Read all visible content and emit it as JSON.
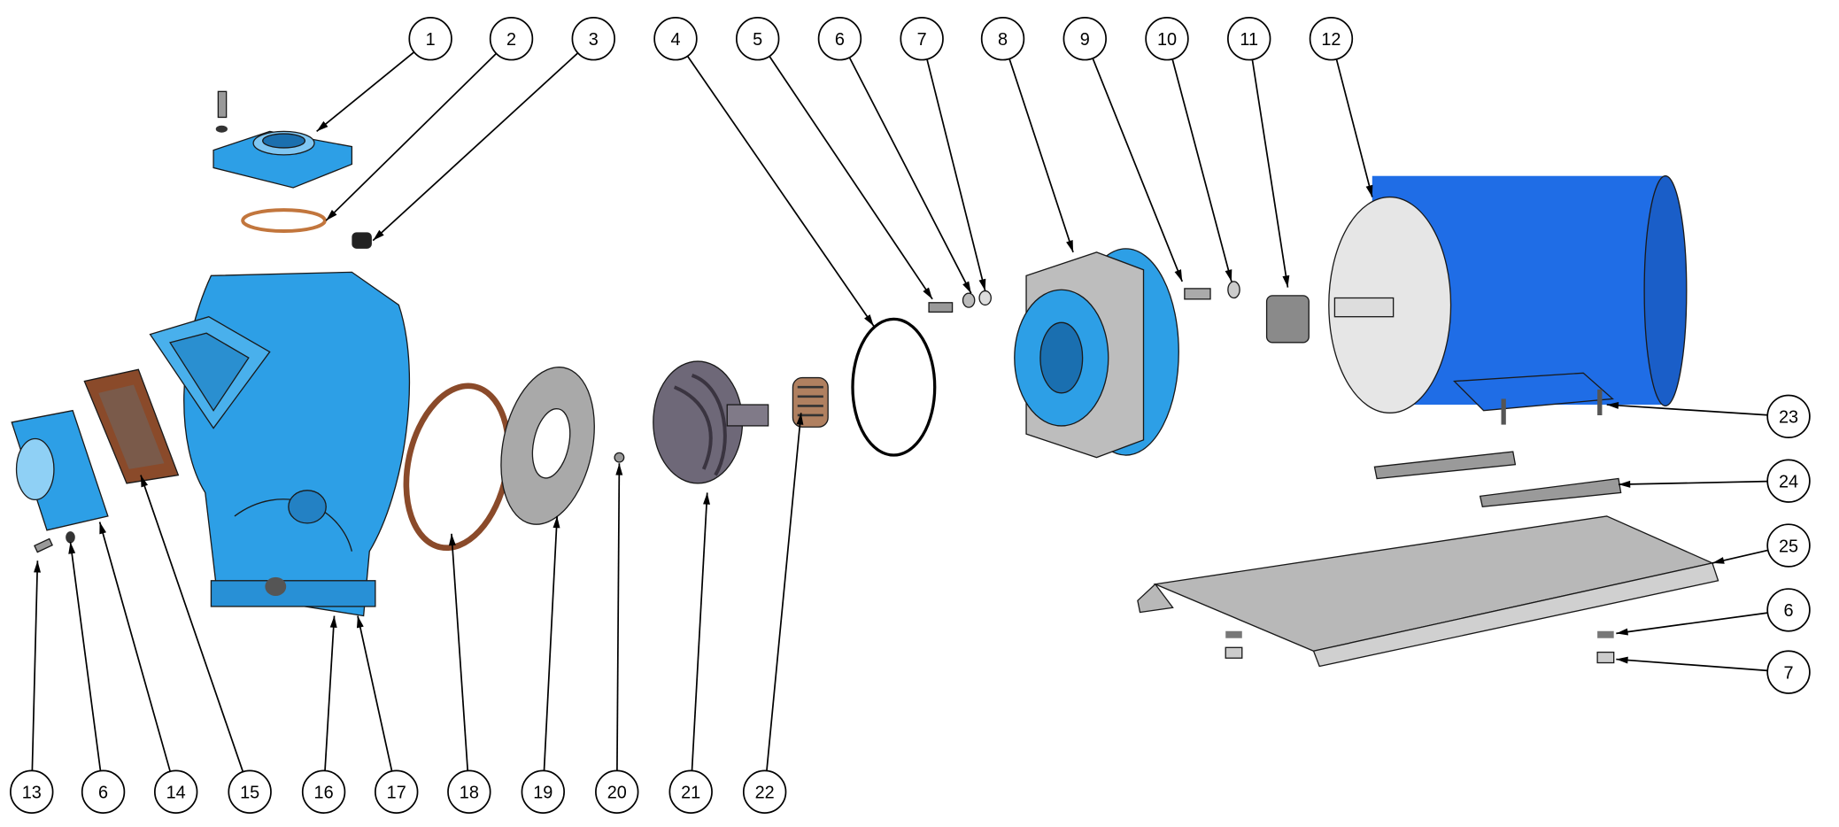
{
  "diagram": {
    "type": "exploded-assembly",
    "callouts": [
      {
        "label": "1"
      },
      {
        "label": "2"
      },
      {
        "label": "3"
      },
      {
        "label": "4"
      },
      {
        "label": "5"
      },
      {
        "label": "6"
      },
      {
        "label": "7"
      },
      {
        "label": "8"
      },
      {
        "label": "9"
      },
      {
        "label": "10"
      },
      {
        "label": "11"
      },
      {
        "label": "12"
      },
      {
        "label": "13"
      },
      {
        "label": "6"
      },
      {
        "label": "14"
      },
      {
        "label": "15"
      },
      {
        "label": "16"
      },
      {
        "label": "17"
      },
      {
        "label": "18"
      },
      {
        "label": "19"
      },
      {
        "label": "20"
      },
      {
        "label": "21"
      },
      {
        "label": "22"
      },
      {
        "label": "23"
      },
      {
        "label": "24"
      },
      {
        "label": "25"
      },
      {
        "label": "6"
      },
      {
        "label": "7"
      }
    ],
    "colors": {
      "casing": "#2d9fe6",
      "motor": "#1f6de6",
      "gasket": "#8a4a2a",
      "steel": "#b4b4b4",
      "line": "#000000"
    }
  }
}
